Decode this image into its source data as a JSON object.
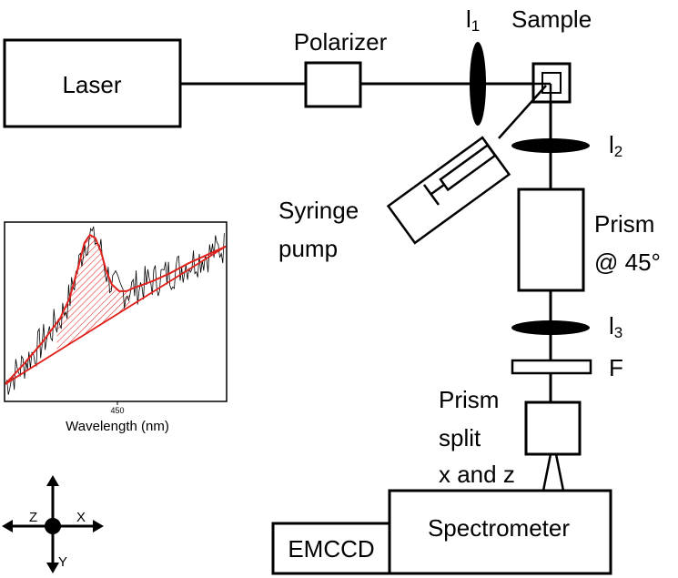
{
  "diagram": {
    "components": {
      "laser": "Laser",
      "polarizer": "Polarizer",
      "sample": "Sample",
      "syringe_line1": "Syringe",
      "syringe_line2": "pump",
      "prism1_line1": "Prism",
      "prism1_line2": "@ 45°",
      "filter": "F",
      "prism2_line1": "Prism",
      "prism2_line2": "split",
      "prism2_line3": "x and z",
      "spectrometer": "Spectrometer",
      "emccd": "EMCCD"
    },
    "lenses": [
      {
        "letter": "l",
        "sub": "1"
      },
      {
        "letter": "l",
        "sub": "2"
      },
      {
        "letter": "l",
        "sub": "3"
      }
    ],
    "axes": {
      "z": "Z",
      "x": "X",
      "y": "Y"
    }
  },
  "chart_data": {
    "type": "line",
    "title": "",
    "xlabel": "Wavelength (nm)",
    "ylabel": "",
    "x_tick_labels": [
      "450"
    ],
    "xlim": [
      400,
      520
    ],
    "series": [
      {
        "x": [
          400,
          410,
          420,
          430,
          435,
          440,
          443,
          446,
          449,
          452,
          455,
          458,
          462,
          466,
          470,
          480,
          490,
          500,
          510,
          520
        ],
        "y": [
          0.1,
          0.22,
          0.35,
          0.5,
          0.62,
          0.82,
          0.95,
          1.0,
          0.98,
          0.9,
          0.78,
          0.7,
          0.66,
          0.66,
          0.68,
          0.72,
          0.77,
          0.83,
          0.88,
          0.93
        ]
      },
      {
        "x": [
          400,
          520
        ],
        "y": [
          0.1,
          0.93
        ]
      }
    ],
    "colors": {
      "raw": "#000000",
      "fit": "#e0201b"
    }
  }
}
